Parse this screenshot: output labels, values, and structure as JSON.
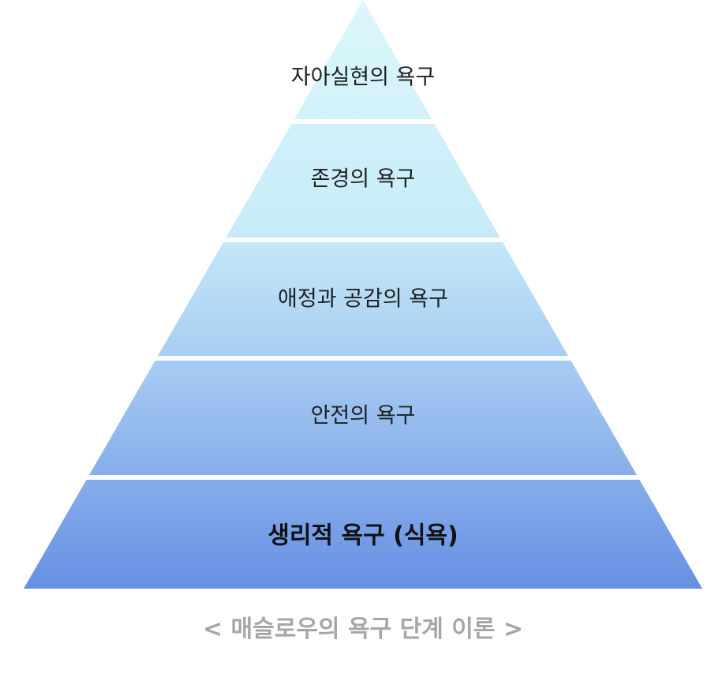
{
  "pyramid": {
    "levels": [
      {
        "label": "자아실현의 욕구",
        "emphasis": false
      },
      {
        "label": "존경의 욕구",
        "emphasis": false
      },
      {
        "label": "애정과 공감의 욕구",
        "emphasis": false
      },
      {
        "label": "안전의 욕구",
        "emphasis": false
      },
      {
        "label": "생리적 욕구 (식욕)",
        "emphasis": true
      }
    ],
    "gradient": {
      "top": "#dcf7fc",
      "upper_mid": "#c8ecf8",
      "mid": "#a6cbf2",
      "bottom": "#6790e3"
    },
    "separator_color": "#ffffff"
  },
  "caption": "< 매슬로우의 욕구 단계 이론 >"
}
